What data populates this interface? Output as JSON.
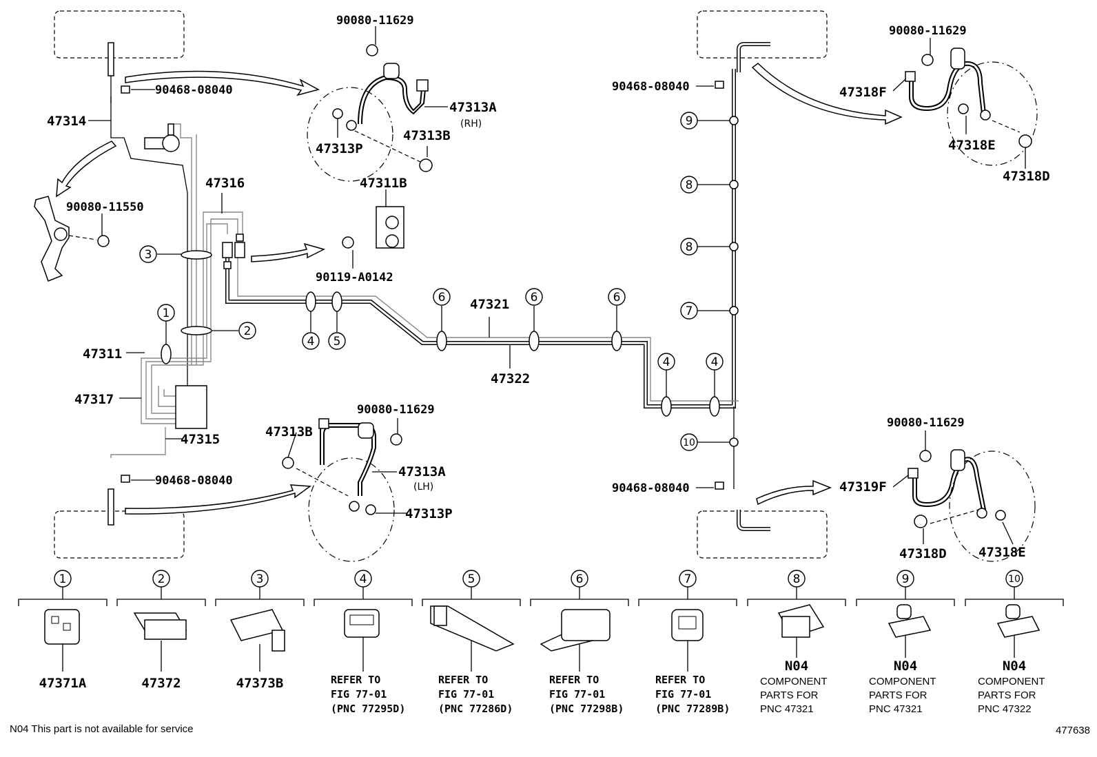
{
  "diagram_id": "477638",
  "footnote": "N04 This part is not available for service",
  "labels": {
    "p_47314": "47314",
    "p_47311": "47311",
    "p_47317": "47317",
    "p_47315": "47315",
    "p_47316": "47316",
    "p_47311B": "47311B",
    "p_90080_11550": "90080-11550",
    "p_90119_A0142": "90119-A0142",
    "p_90080_11629_a": "90080-11629",
    "p_90080_11629_b": "90080-11629",
    "p_90080_11629_c": "90080-11629",
    "p_90080_11629_d": "90080-11629",
    "p_90468_08040_a": "90468-08040",
    "p_90468_08040_b": "90468-08040",
    "p_90468_08040_c": "90468-08040",
    "p_90468_08040_d": "90468-08040",
    "p_47313A_rh": "47313A",
    "rh": "(RH)",
    "p_47313B_rh": "47313B",
    "p_47313P_rh": "47313P",
    "p_47313B_lh": "47313B",
    "p_47313A_lh": "47313A",
    "lh": "(LH)",
    "p_47313P_lh": "47313P",
    "p_47321": "47321",
    "p_47322": "47322",
    "p_47318F": "47318F",
    "p_47318E_top": "47318E",
    "p_47318D_top": "47318D",
    "p_47319F": "47319F",
    "p_47318D_bot": "47318D",
    "p_47318E_bot": "47318E"
  },
  "callouts": [
    "1",
    "2",
    "3",
    "4",
    "5",
    "6",
    "7",
    "8",
    "9",
    "10"
  ],
  "legend": [
    {
      "num": "1",
      "lines": [
        "47371A"
      ]
    },
    {
      "num": "2",
      "lines": [
        "47372"
      ]
    },
    {
      "num": "3",
      "lines": [
        "47373B"
      ]
    },
    {
      "num": "4",
      "lines": [
        "REFER TO",
        "FIG 77-01",
        "(PNC 77295D)"
      ]
    },
    {
      "num": "5",
      "lines": [
        "REFER TO",
        "FIG 77-01",
        "(PNC 77286D)"
      ]
    },
    {
      "num": "6",
      "lines": [
        "REFER TO",
        "FIG 77-01",
        "(PNC 77298B)"
      ]
    },
    {
      "num": "7",
      "lines": [
        "REFER TO",
        "FIG 77-01",
        "(PNC 77289B)"
      ]
    },
    {
      "num": "8",
      "code": "N04",
      "lines": [
        "COMPONENT",
        "PARTS FOR",
        "PNC 47321"
      ]
    },
    {
      "num": "9",
      "code": "N04",
      "lines": [
        "COMPONENT",
        "PARTS FOR",
        "PNC 47321"
      ]
    },
    {
      "num": "10",
      "code": "N04",
      "lines": [
        "COMPONENT",
        "PARTS FOR",
        "PNC 47322"
      ]
    }
  ]
}
